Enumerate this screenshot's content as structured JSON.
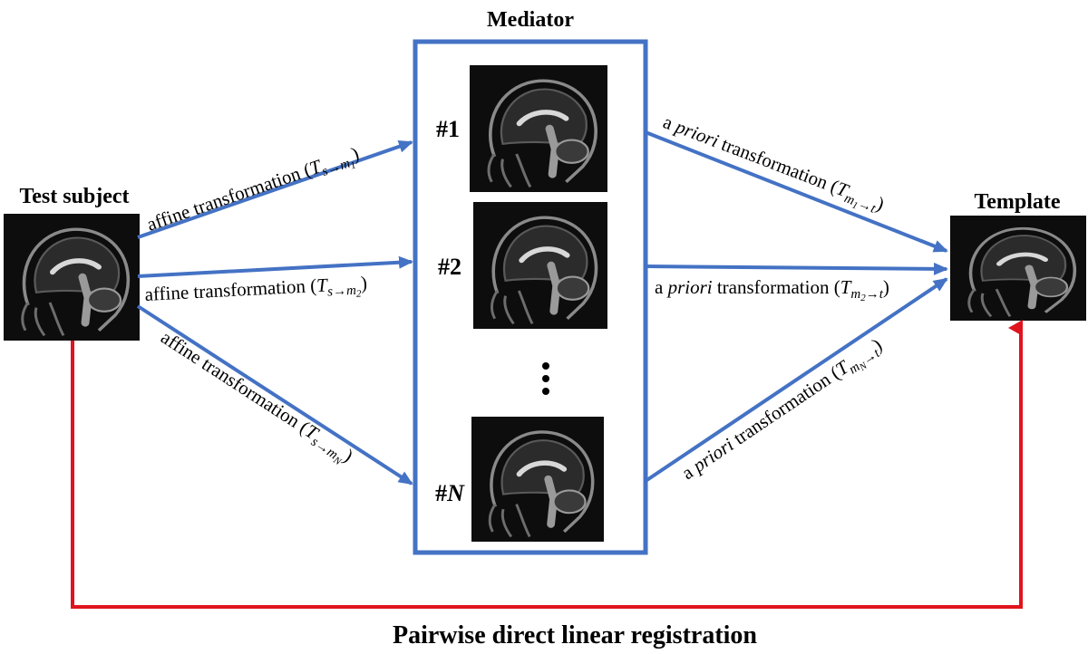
{
  "nodes": {
    "test_subject": {
      "label": "Test subject"
    },
    "mediator": {
      "label": "Mediator",
      "items": [
        "#1",
        "#2",
        "#N"
      ],
      "ellipsis": "⋮"
    },
    "template": {
      "label": "Template"
    }
  },
  "edges": {
    "affine_1": {
      "text": "affine transformation (",
      "sym": "T",
      "sub": "s→m",
      "subsub": "1",
      "close": ")"
    },
    "affine_2": {
      "text": "affine transformation (",
      "sym": "T",
      "sub": "s→m",
      "subsub": "2",
      "close": ")"
    },
    "affine_N": {
      "text": "affine transformation (",
      "sym": "T",
      "sub": "s→m",
      "subsub": "N",
      "close": ")"
    },
    "priori_1": {
      "a": "a ",
      "priori": "priori",
      "text": " transformation (",
      "sym": "T",
      "sub": "m",
      "subsub": "1",
      "sub2": "→t",
      "close": ")"
    },
    "priori_2": {
      "a": "a ",
      "priori": "priori",
      "text": " transformation (",
      "sym": "T",
      "sub": "m",
      "subsub": "2",
      "sub2": "→t",
      "close": ")"
    },
    "priori_N": {
      "a": "a ",
      "priori": "priori",
      "text": " transformation (",
      "sym": "T",
      "sub": "m",
      "subsub": "N",
      "sub2": "→t",
      "close": ")"
    }
  },
  "bottom_label": "Pairwise direct linear registration",
  "colors": {
    "blue": "#4472C4",
    "red": "#E0141E",
    "box": "#4472C4"
  }
}
